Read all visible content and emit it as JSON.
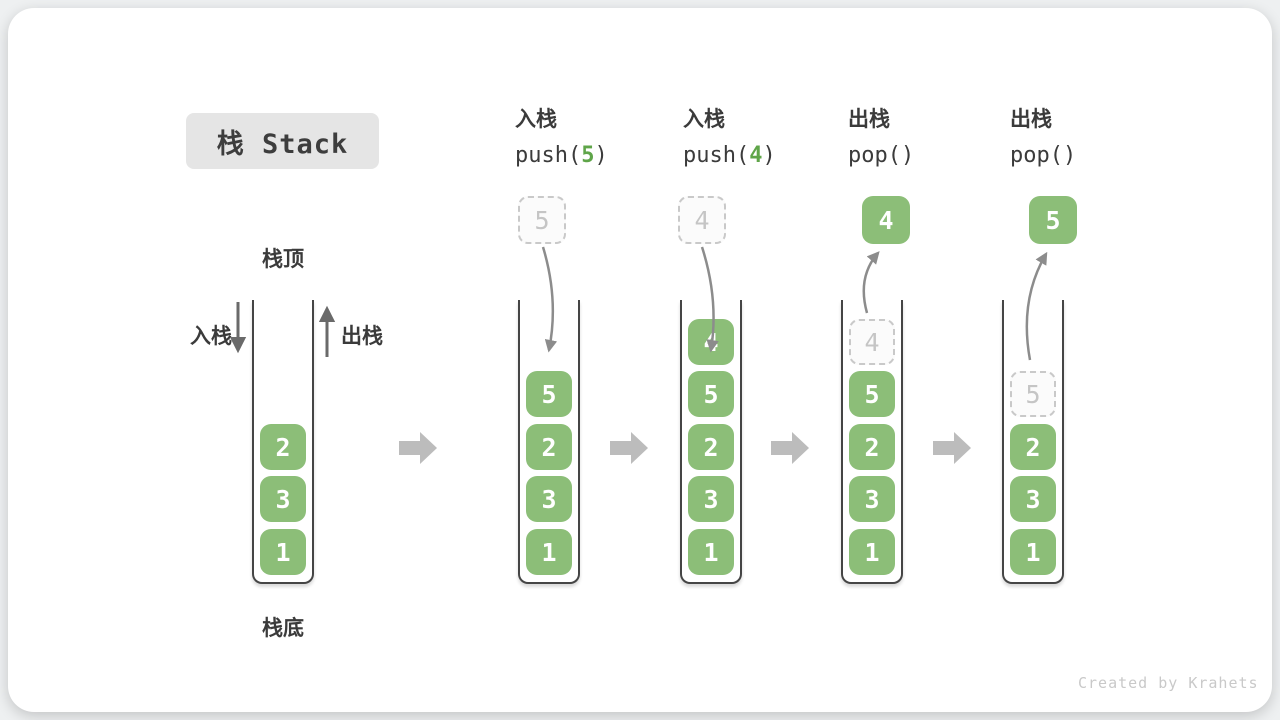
{
  "title": "栈 Stack",
  "labels": {
    "stack_top": "栈顶",
    "stack_bottom": "栈底",
    "push_side": "入栈",
    "pop_side": "出栈"
  },
  "operations": [
    {
      "cn": "入栈",
      "code_pre": "push(",
      "arg": "5",
      "code_post": ")"
    },
    {
      "cn": "入栈",
      "code_pre": "push(",
      "arg": "4",
      "code_post": ")"
    },
    {
      "cn": "出栈",
      "code_pre": "pop(",
      "arg": "",
      "code_post": ")"
    },
    {
      "cn": "出栈",
      "code_pre": "pop(",
      "arg": "",
      "code_post": ")"
    }
  ],
  "stacks": {
    "s1": {
      "blocks": [
        "2",
        "3",
        "1"
      ]
    },
    "s2": {
      "incoming": "5",
      "blocks": [
        "5",
        "2",
        "3",
        "1"
      ]
    },
    "s3": {
      "incoming": "4",
      "blocks": [
        "4",
        "5",
        "2",
        "3",
        "1"
      ]
    },
    "s4": {
      "popped": "4",
      "ghost": "4",
      "blocks": [
        "5",
        "2",
        "3",
        "1"
      ]
    },
    "s5": {
      "popped": "5",
      "ghost": "5",
      "blocks": [
        "2",
        "3",
        "1"
      ]
    }
  },
  "watermark": "Created by Krahets",
  "colors": {
    "block_green": "#8cbe78",
    "code_green": "#5fa549",
    "wall_dark": "#454545",
    "curved_arrow": "#8c8c8c",
    "flow_arrow": "#bcbcbc",
    "ghost_gray": "#c9c9c9"
  }
}
